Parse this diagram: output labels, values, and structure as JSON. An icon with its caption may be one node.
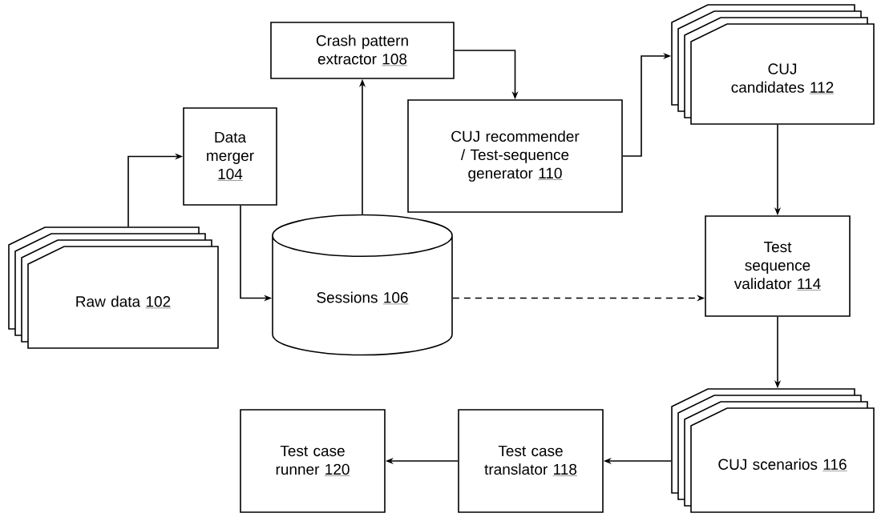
{
  "diagram": {
    "nodes": [
      {
        "text": [
          "Raw data",
          "102"
        ]
      },
      {
        "text": [
          "Data merger",
          "104"
        ]
      },
      {
        "text": [
          "Sessions",
          "106"
        ]
      },
      {
        "text": [
          "Crash pattern extractor",
          "108"
        ]
      },
      {
        "text": [
          "CUJ recommender / Test-sequence generator",
          "110"
        ]
      },
      {
        "text": [
          "CUJ candidates",
          "112"
        ]
      },
      {
        "text": [
          "Test sequence validator",
          "114"
        ]
      },
      {
        "text": [
          "CUJ scenarios",
          "116"
        ]
      },
      {
        "text": [
          "Test case translator",
          "118"
        ]
      },
      {
        "text": [
          "Test case runner",
          "120"
        ]
      }
    ],
    "edges": [
      {
        "from": 0,
        "to": 1,
        "arrow": "to"
      },
      {
        "from": 1,
        "to": 2,
        "arrow": "to"
      },
      {
        "from": 2,
        "to": 3,
        "arrow": "to"
      },
      {
        "from": 3,
        "to": 4,
        "arrow": "to"
      },
      {
        "from": 4,
        "to": 5,
        "arrow": "to"
      },
      {
        "from": 5,
        "to": 6,
        "arrow": "to"
      },
      {
        "from": 2,
        "to": 6,
        "arrow": "to",
        "style": "dashed"
      },
      {
        "from": 6,
        "to": 7,
        "arrow": "to"
      },
      {
        "from": 7,
        "to": 8,
        "arrow": "to"
      },
      {
        "from": 8,
        "to": 9,
        "arrow": "to"
      }
    ]
  }
}
